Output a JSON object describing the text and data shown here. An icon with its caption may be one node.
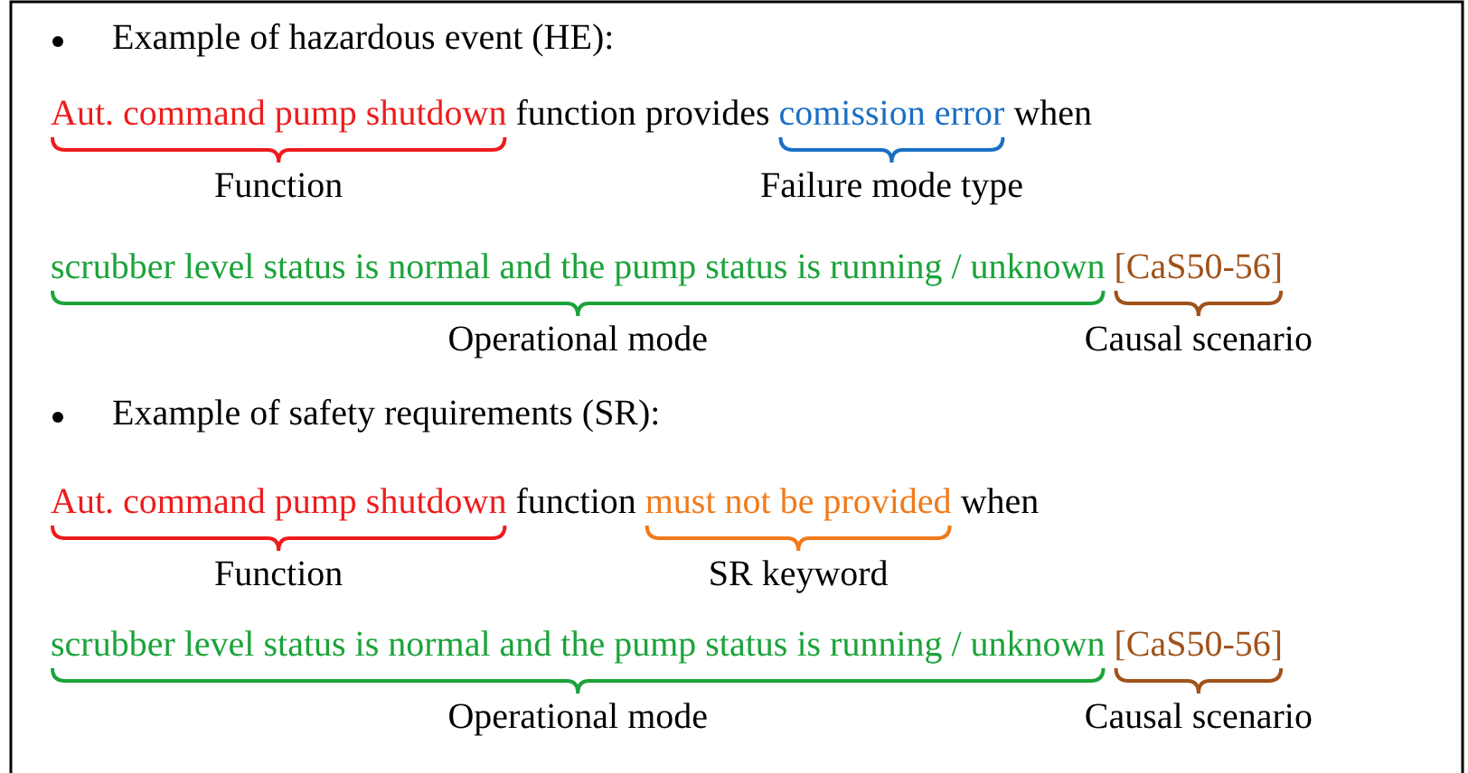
{
  "diagram": {
    "labels": [
      "Example of hazardous event (HE):",
      "Aut. command pump shutdown",
      "function provides",
      "comission error",
      "when",
      "Function",
      "Failure mode type",
      "scrubber level status is normal and the pump status is running / unknown",
      "[CaS50-56]",
      "Operational mode",
      "Causal scenario",
      "Example of safety requirements (SR):",
      "Aut. command pump shutdown",
      "function",
      "must not be provided",
      "when",
      "Function",
      "SR keyword",
      "scrubber level status is normal and the pump status is running / unknown",
      "[CaS50-56]",
      "Operational mode",
      "Causal scenario"
    ]
  }
}
